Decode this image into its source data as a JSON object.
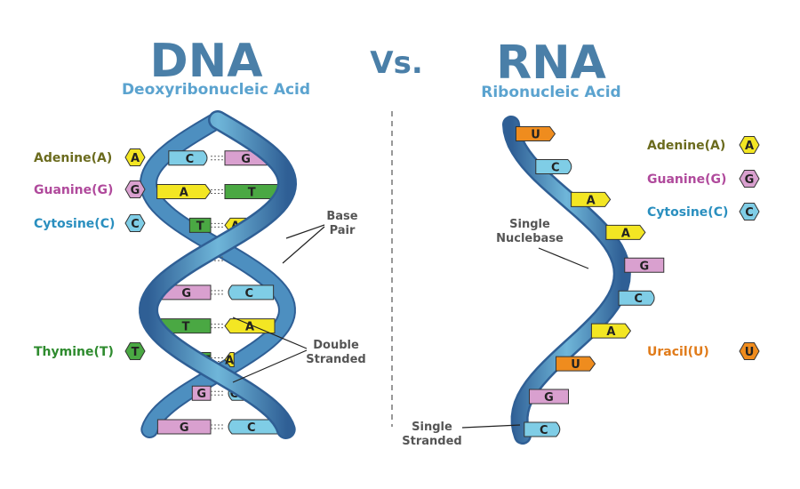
{
  "dna": {
    "title": "DNA",
    "subtitle": "Deoxyribonucleic Acid",
    "legend": [
      {
        "label": "Adenine(A)",
        "letter": "A",
        "color": "#6b6b1e"
      },
      {
        "label": "Guanine(G)",
        "letter": "G",
        "color": "#b04a9c"
      },
      {
        "label": "Cytosine(C)",
        "letter": "C",
        "color": "#2a8fbf"
      },
      {
        "label": "Thymine(T)",
        "letter": "T",
        "color": "#2e8b2e"
      }
    ],
    "annotations": {
      "base_pair": [
        "Base",
        "Pair"
      ],
      "double_stranded": [
        "Double",
        "Stranded"
      ]
    },
    "rungs": [
      {
        "left": "A",
        "right": "T"
      },
      {
        "left": "C",
        "right": "G"
      },
      {
        "left": "A",
        "right": "T"
      },
      {
        "left": "T",
        "right": "A"
      },
      {
        "left": "C",
        "right": "G"
      },
      {
        "left": "G",
        "right": "C"
      },
      {
        "left": "T",
        "right": "A"
      },
      {
        "left": "T",
        "right": "A"
      },
      {
        "left": "G",
        "right": "C"
      },
      {
        "left": "G",
        "right": "C"
      }
    ]
  },
  "vs_label": "Vs.",
  "rna": {
    "title": "RNA",
    "subtitle": "Ribonucleic Acid",
    "legend": [
      {
        "label": "Adenine(A)",
        "letter": "A",
        "color": "#6b6b1e"
      },
      {
        "label": "Guanine(G)",
        "letter": "G",
        "color": "#b04a9c"
      },
      {
        "label": "Cytosine(C)",
        "letter": "C",
        "color": "#2a8fbf"
      },
      {
        "label": "Uracil(U)",
        "letter": "U",
        "color": "#e07b1a"
      }
    ],
    "annotations": {
      "single_nucleobase": [
        "Single",
        "Nuclebase"
      ],
      "single_stranded": [
        "Single",
        "Stranded"
      ]
    },
    "bases": [
      "U",
      "C",
      "A",
      "A",
      "G",
      "C",
      "A",
      "U",
      "G",
      "C"
    ]
  },
  "colors": {
    "A": "#f3e623",
    "T": "#4aa843",
    "G": "#d9a0cf",
    "C": "#7fcde6",
    "U": "#ef8c1e",
    "strand": "#4d8fc0",
    "strand_dark": "#2f5f95"
  }
}
